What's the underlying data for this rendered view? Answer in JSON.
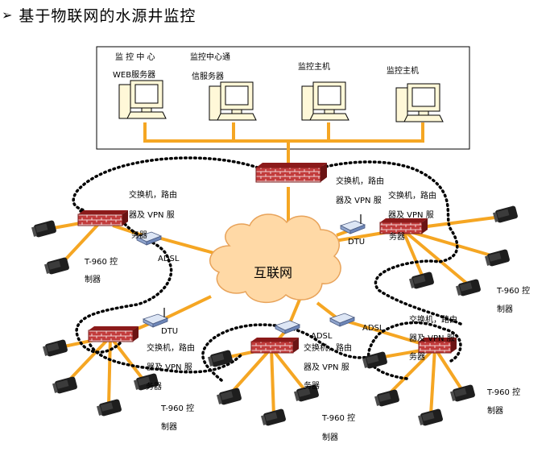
{
  "title": "基于物联网的水源井监控",
  "bullet": "➢",
  "top_box": {
    "nodes": [
      {
        "line1": "监 控 中 心",
        "line2": "WEB服务器"
      },
      {
        "line1": "监控中心通",
        "line2": "信服务器"
      },
      {
        "line1": "监控主机",
        "line2": ""
      },
      {
        "line1": "监控主机",
        "line2": ""
      }
    ]
  },
  "cloud_label": "互联网",
  "top_router": {
    "line1": "交换机，路由",
    "line2": "器及 VPN 服"
  },
  "sites": {
    "left_upper": {
      "router_1": "交换机，路由",
      "router_2": "器及 VPN 服",
      "router_3": "务器",
      "link": "ADSL",
      "ctrl_1": "T-960 控",
      "ctrl_2": "制器"
    },
    "right_upper": {
      "router_1": "交换机，路由",
      "router_2": "器及 VPN 服",
      "router_3": "务器",
      "link": "DTU",
      "ctrl_1": "T-960 控",
      "ctrl_2": "制器"
    },
    "left_lower": {
      "router_1": "交换机，路由",
      "router_2": "器及 VPN 服",
      "router_3": "务器",
      "link": "DTU",
      "ctrl_1": "T-960 控",
      "ctrl_2": "制器"
    },
    "middle_lower": {
      "router_1": "交换机，路由",
      "router_2": "器及 VPN 服",
      "router_3": "务器",
      "link": "ADSL",
      "ctrl_1": "T-960 控",
      "ctrl_2": "制器"
    },
    "right_lower": {
      "router_1": "交换机，路由",
      "router_2": "器及 VPN 服",
      "router_3": "务器",
      "link": "ADSL",
      "ctrl_1": "T-960 控",
      "ctrl_2": "制器"
    }
  },
  "colors": {
    "link": "#f5a623",
    "router": "#a52a2a",
    "cloud": "#ffd9a6",
    "dots": "#000000"
  }
}
